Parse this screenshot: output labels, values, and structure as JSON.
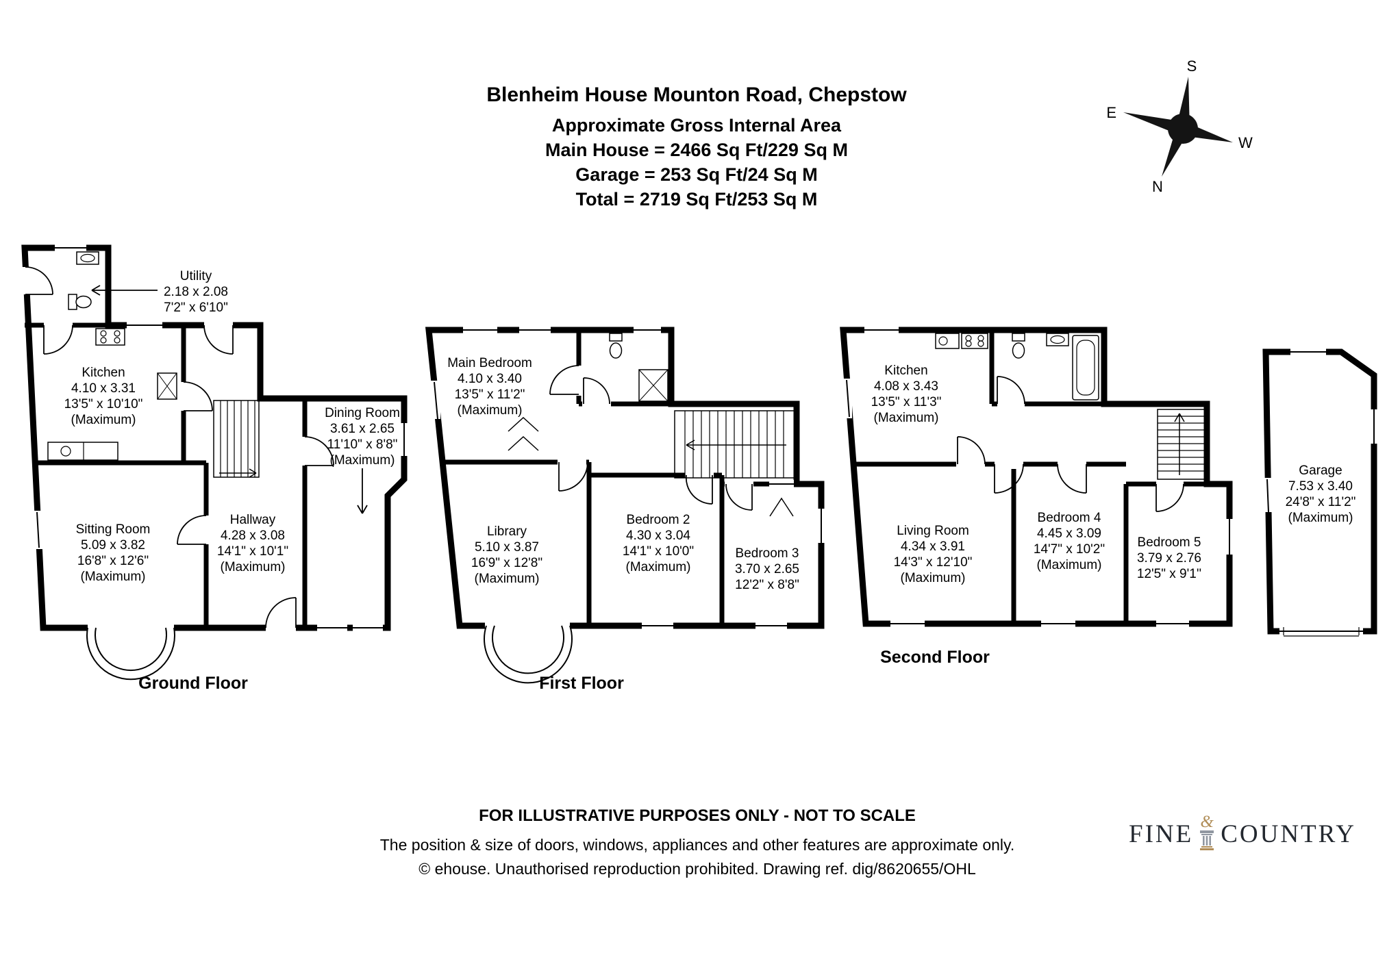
{
  "header": {
    "title": "Blenheim House Mounton Road, Chepstow",
    "subtitle": "Approximate Gross Internal Area",
    "area_lines": {
      "main_house": "Main House = 2466 Sq Ft/229 Sq M",
      "garage": "Garage = 253 Sq Ft/24 Sq M",
      "total": "Total = 2719 Sq Ft/253 Sq M"
    }
  },
  "compass": {
    "north": "N",
    "south": "S",
    "east": "E",
    "west": "W"
  },
  "floors": {
    "ground": {
      "label": "Ground Floor",
      "rooms": {
        "utility": {
          "name": "Utility",
          "metric": "2.18 x 2.08",
          "imperial": "7'2\" x 6'10\""
        },
        "kitchen": {
          "name": "Kitchen",
          "metric": "4.10 x 3.31",
          "imperial": "13'5\" x 10'10\"",
          "max": "(Maximum)"
        },
        "dining_room": {
          "name": "Dining Room",
          "metric": "3.61 x 2.65",
          "imperial": "11'10\" x 8'8\"",
          "max": "(Maximum)"
        },
        "sitting_room": {
          "name": "Sitting Room",
          "metric": "5.09 x 3.82",
          "imperial": "16'8\" x 12'6\"",
          "max": "(Maximum)"
        },
        "hallway": {
          "name": "Hallway",
          "metric": "4.28 x 3.08",
          "imperial": "14'1\" x 10'1\"",
          "max": "(Maximum)"
        }
      }
    },
    "first": {
      "label": "First Floor",
      "rooms": {
        "main_bedroom": {
          "name": "Main Bedroom",
          "metric": "4.10 x 3.40",
          "imperial": "13'5\" x 11'2\"",
          "max": "(Maximum)"
        },
        "library": {
          "name": "Library",
          "metric": "5.10 x 3.87",
          "imperial": "16'9\" x 12'8\"",
          "max": "(Maximum)"
        },
        "bedroom_2": {
          "name": "Bedroom 2",
          "metric": "4.30 x 3.04",
          "imperial": "14'1\" x 10'0\"",
          "max": "(Maximum)"
        },
        "bedroom_3": {
          "name": "Bedroom 3",
          "metric": "3.70 x 2.65",
          "imperial": "12'2\" x 8'8\""
        }
      }
    },
    "second": {
      "label": "Second Floor",
      "rooms": {
        "kitchen": {
          "name": "Kitchen",
          "metric": "4.08 x 3.43",
          "imperial": "13'5\" x 11'3\"",
          "max": "(Maximum)"
        },
        "living_room": {
          "name": "Living Room",
          "metric": "4.34 x 3.91",
          "imperial": "14'3\" x 12'10\"",
          "max": "(Maximum)"
        },
        "bedroom_4": {
          "name": "Bedroom 4",
          "metric": "4.45 x 3.09",
          "imperial": "14'7\" x 10'2\"",
          "max": "(Maximum)"
        },
        "bedroom_5": {
          "name": "Bedroom 5",
          "metric": "3.79 x 2.76",
          "imperial": "12'5\" x 9'1''"
        }
      }
    },
    "garage": {
      "label": "Garage",
      "rooms": {
        "garage": {
          "name": "Garage",
          "metric": "7.53 x 3.40",
          "imperial": "24'8\" x 11'2\"",
          "max": "(Maximum)"
        }
      }
    }
  },
  "footer": {
    "line1": "FOR ILLUSTRATIVE PURPOSES ONLY - NOT TO SCALE",
    "line2": "The position & size of doors, windows, appliances and other features are approximate only.",
    "line3": "© ehouse. Unauthorised reproduction prohibited. Drawing ref. dig/8620655/OHL"
  },
  "logo": {
    "word1": "FINE",
    "ampersand": "&",
    "word2": "COUNTRY"
  }
}
